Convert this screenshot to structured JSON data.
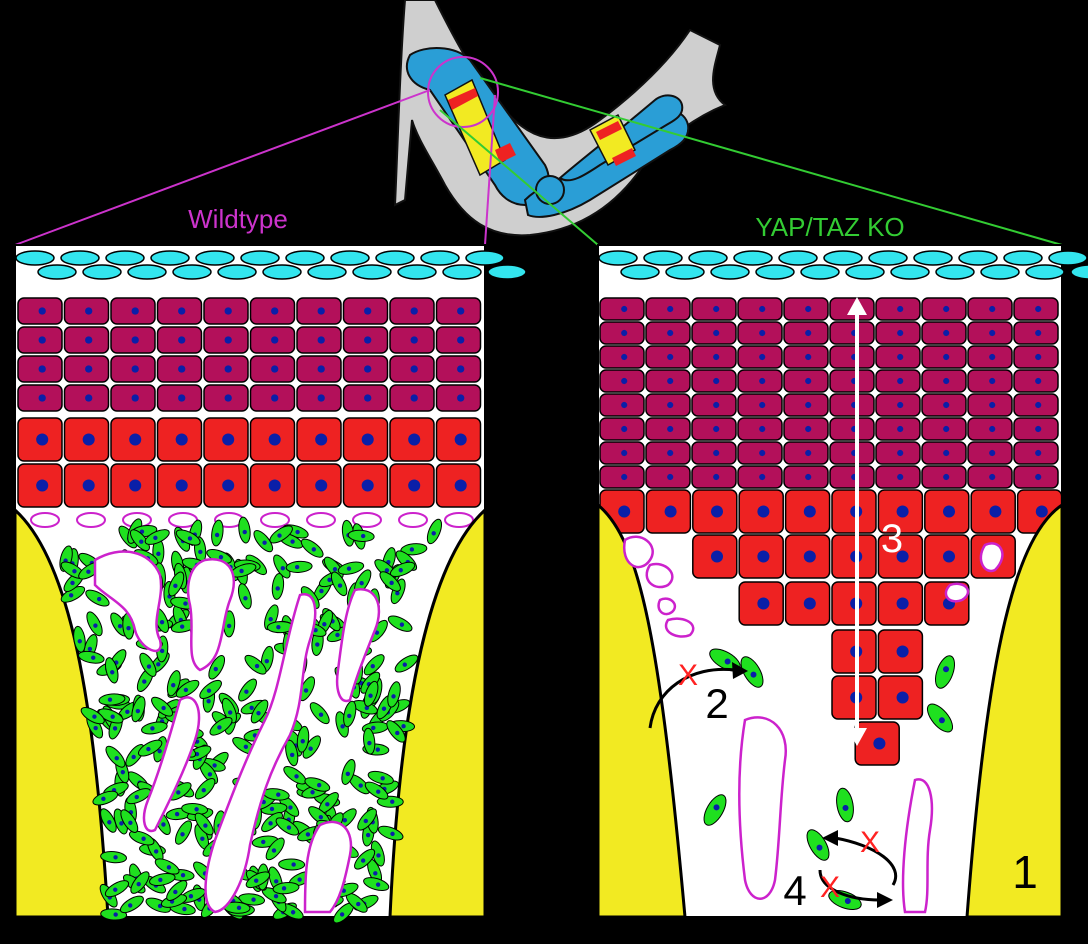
{
  "labels": {
    "wildtype": "Wildtype",
    "ko": "YAP/TAZ KO",
    "n1": "1",
    "n2": "2",
    "n3": "3",
    "n4": "4",
    "x": "X"
  },
  "colors": {
    "background": "#000000",
    "wildtype_accent": "#cc33cc",
    "ko_accent": "#33cc33",
    "cartilage_top": "#33e5ee",
    "prehypertrophic": "#b3105a",
    "hypertrophic": "#ee2222",
    "nucleus": "#0a1fa8",
    "bone_collar": "#f2ea22",
    "osteoblast": "#1fe01f",
    "trabecula_edge": "#cc22cc",
    "limb_gray": "#cfcfcf",
    "limb_blue": "#2a9ed6",
    "inhibit_x": "#ff2222"
  }
}
